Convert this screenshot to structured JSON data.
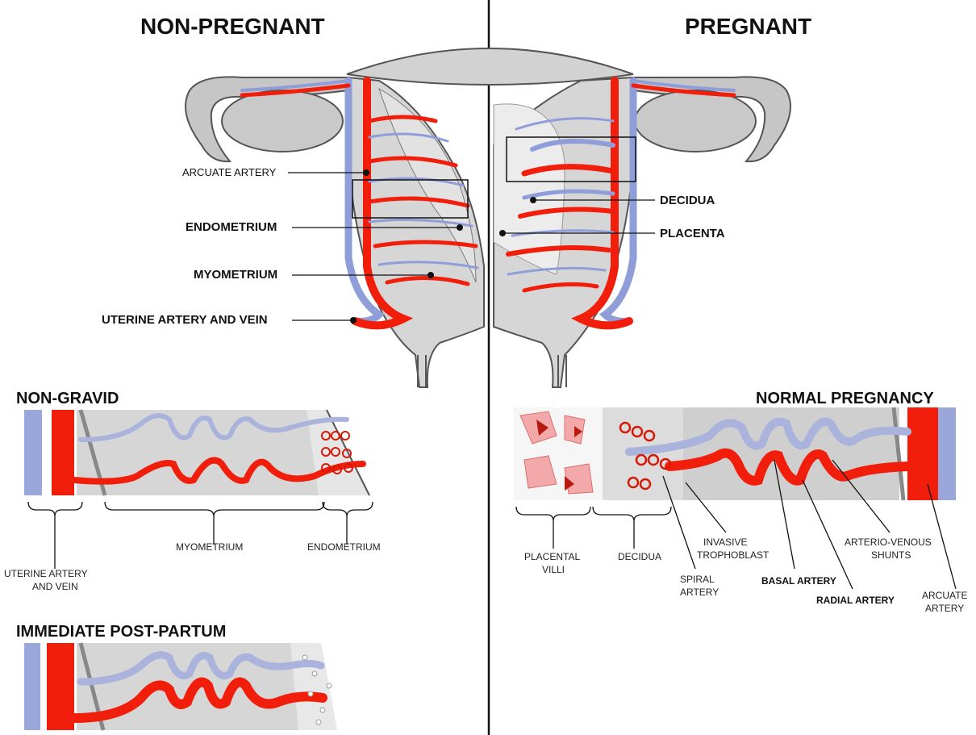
{
  "titles": {
    "left": "NON-PREGNANT",
    "right": "PREGNANT"
  },
  "uterus_labels": {
    "arcuate_artery": "ARCUATE ARTERY",
    "endometrium": "ENDOMETRIUM",
    "myometrium": "MYOMETRIUM",
    "uterine_artery_vein": "UTERINE ARTERY AND VEIN",
    "decidua": "DECIDUA",
    "placenta": "PLACENTA"
  },
  "non_gravid": {
    "title": "NON-GRAVID",
    "brackets": {
      "uterine_line1": "UTERINE ARTERY",
      "uterine_line2": "AND VEIN",
      "myometrium": "MYOMETRIUM",
      "endometrium": "ENDOMETRIUM"
    }
  },
  "post_partum": {
    "title": "IMMEDIATE POST-PARTUM"
  },
  "normal_pregnancy": {
    "title": "NORMAL PREGNANCY",
    "labels": {
      "placental_villi_1": "PLACENTAL",
      "placental_villi_2": "VILLI",
      "decidua": "DECIDUA",
      "spiral_artery_1": "SPIRAL",
      "spiral_artery_2": "ARTERY",
      "invasive_1": "INVASIVE",
      "invasive_2": "TROPHOBLAST",
      "basal_artery": "BASAL ARTERY",
      "radial_artery": "RADIAL ARTERY",
      "av_shunts_1": "ARTERIO-VENOUS",
      "av_shunts_2": "SHUNTS",
      "arcuate_1": "ARCUATE",
      "arcuate_2": "ARTERY"
    }
  },
  "colors": {
    "artery": "#f01e0a",
    "vein": "#8f9ed8",
    "tissue": "#d6d6d6",
    "placenta": "#f3a9a9"
  }
}
